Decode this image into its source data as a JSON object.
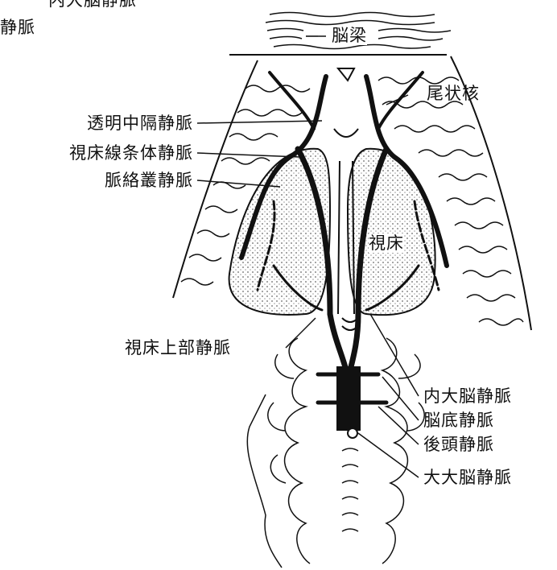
{
  "header_fragment": {
    "top": "内大脳静脈",
    "left": "静脈"
  },
  "labels": {
    "corpus_callosum": "脳梁",
    "caudate_nucleus": "尾状核",
    "septal_vein": "透明中隔静脈",
    "thalamostriate_vein": "視床線条体静脈",
    "choroid_vein": "脈絡叢静脈",
    "thalamus": "視床",
    "superior_thalamic_vein": "視床上部静脈",
    "internal_cerebral_vein": "内大脳静脈",
    "basal_vein": "脳底静脈",
    "occipital_vein": "後頭静脈",
    "great_cerebral_vein": "大大脳静脈"
  },
  "colors": {
    "ink": "#111111",
    "stipple": "#8a8a8a",
    "paper": "#ffffff"
  }
}
